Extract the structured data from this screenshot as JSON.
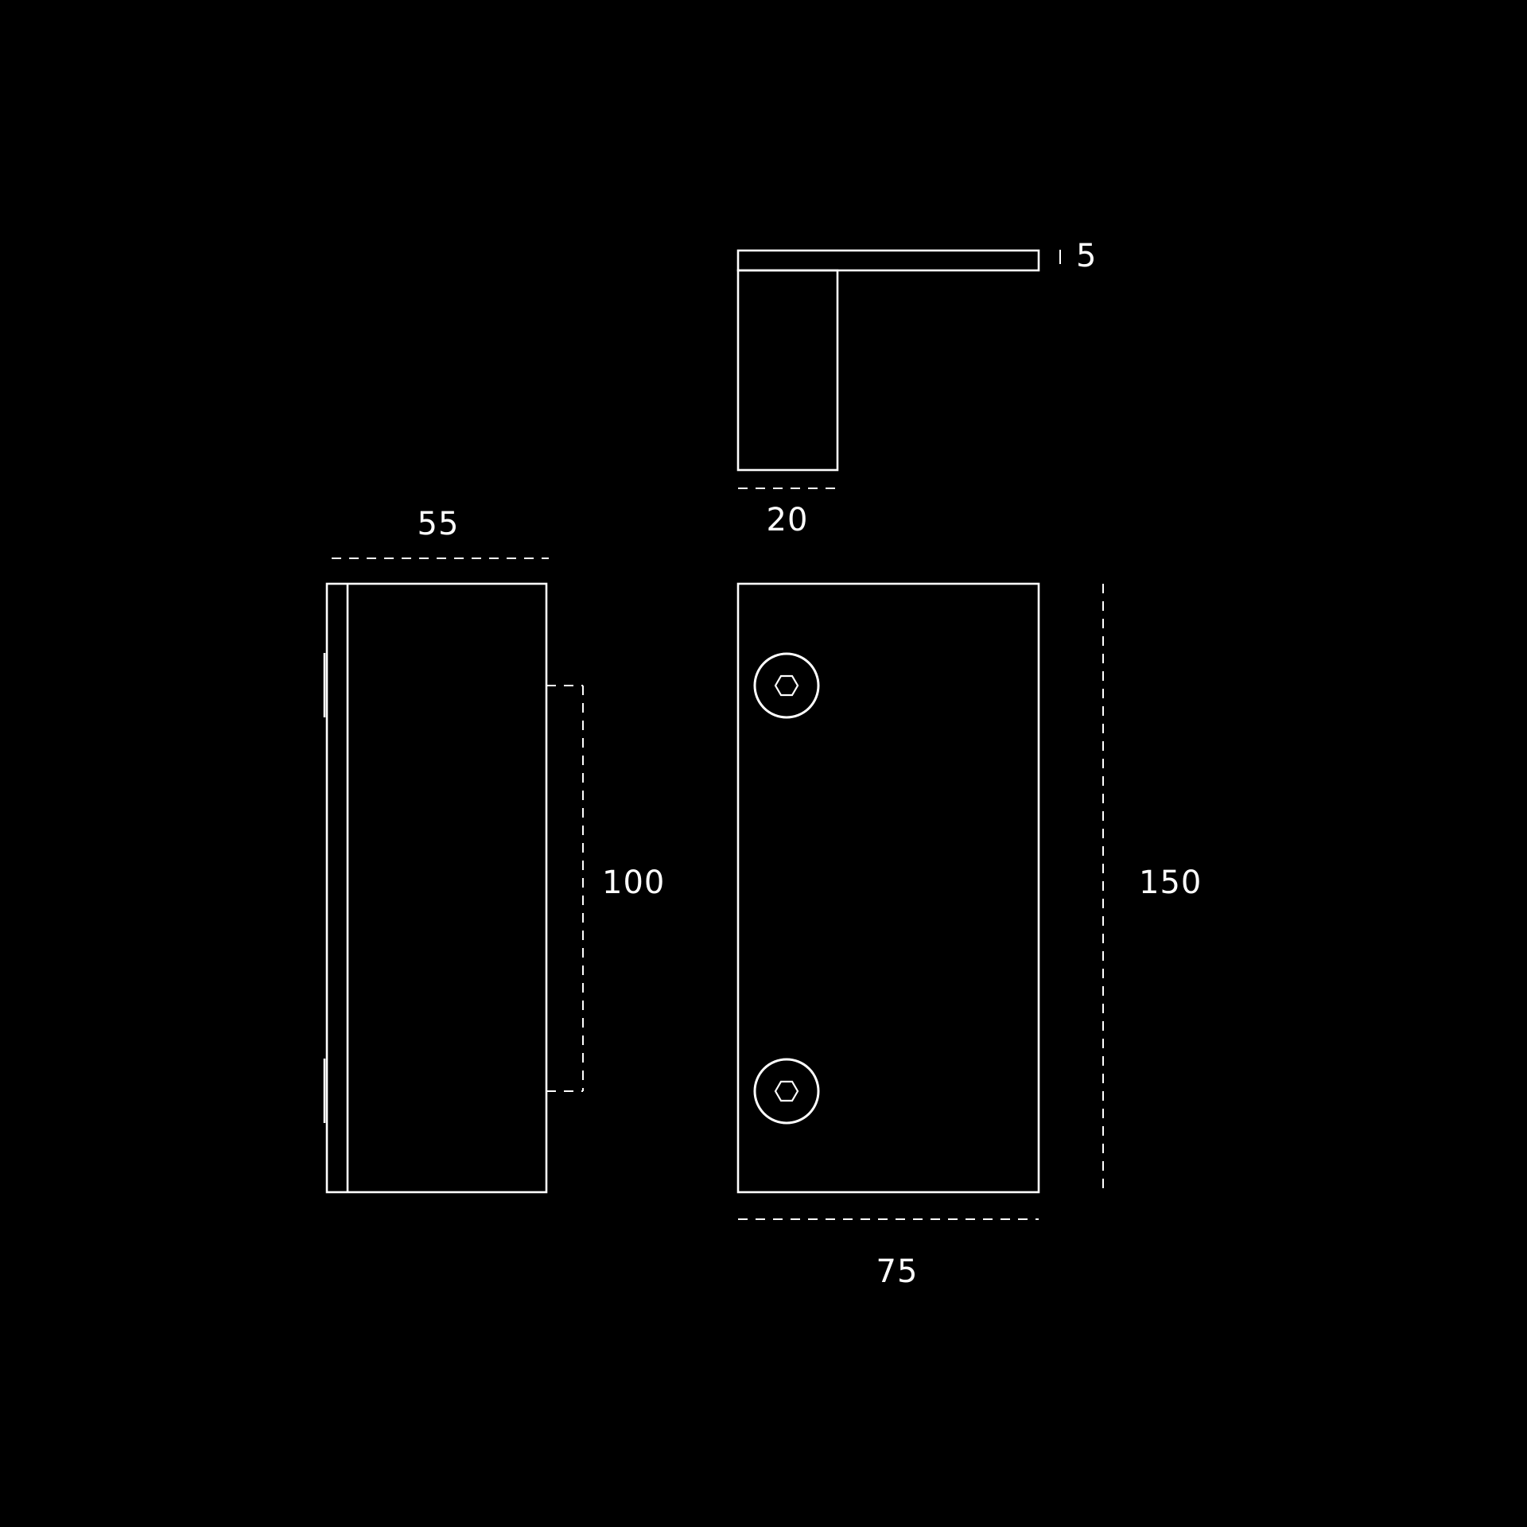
{
  "background_color": "#000000",
  "line_color": "#ffffff",
  "dimensions": {
    "side_width": "55",
    "hole_spacing": "100",
    "top_depth": "20",
    "plate_thickness": "5",
    "front_height": "150",
    "front_width": "75"
  }
}
